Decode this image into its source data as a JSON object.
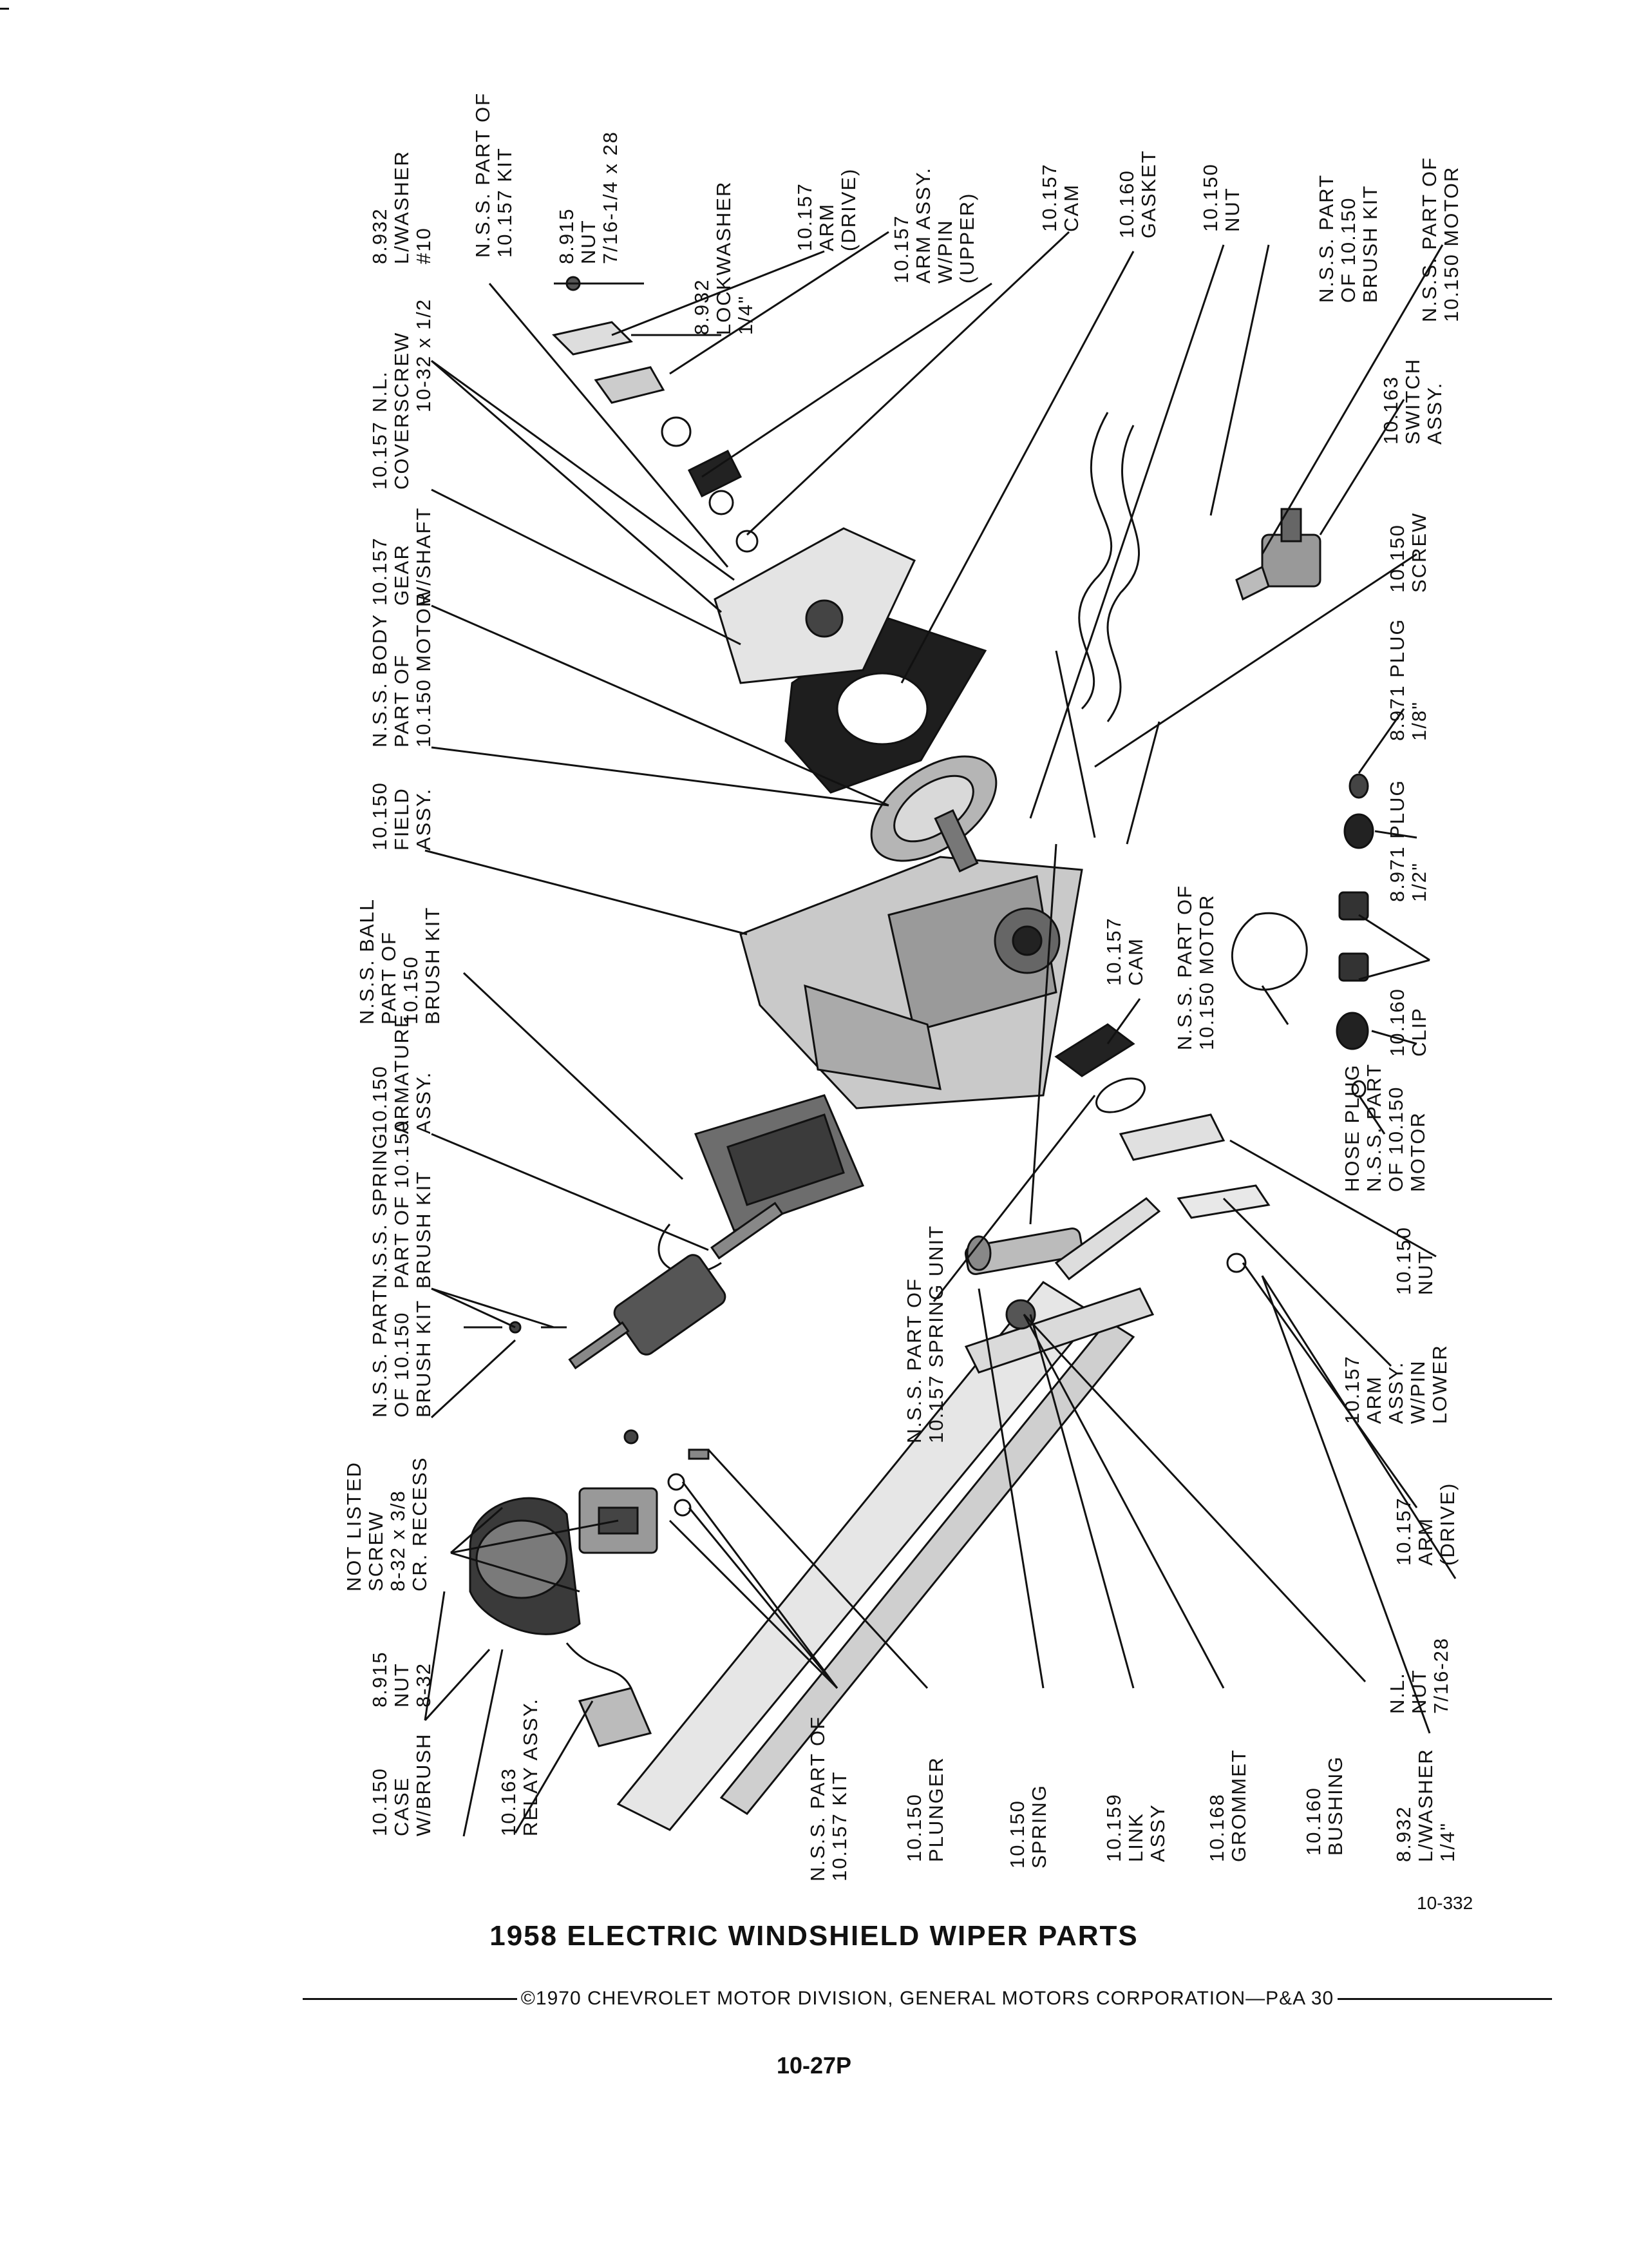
{
  "diagram": {
    "callouts": [
      {
        "id": "case-w-brush",
        "lines": [
          "10.150",
          "CASE",
          "W/BRUSH"
        ]
      },
      {
        "id": "relay-assy",
        "lines": [
          "10.163",
          "RELAY ASSY."
        ]
      },
      {
        "id": "nut-8-32",
        "lines": [
          "8.915",
          "NUT",
          "8-32"
        ]
      },
      {
        "id": "screw-cr-recess",
        "lines": [
          "NOT LISTED",
          "SCREW",
          "8-32 x 3/8",
          "CR. RECESS"
        ]
      },
      {
        "id": "nss-brush-kit-a",
        "lines": [
          "N.S.S. PART",
          "OF 10.150",
          "BRUSH KIT"
        ]
      },
      {
        "id": "nss-spring-brush-kit",
        "lines": [
          "N.S.S. SPRING",
          "PART OF 10.150",
          "BRUSH KIT"
        ]
      },
      {
        "id": "armature-assy",
        "lines": [
          "10.150",
          "ARMATURE",
          "ASSY."
        ]
      },
      {
        "id": "nss-ball",
        "lines": [
          "N.S.S. BALL",
          "PART OF",
          "10.150",
          "BRUSH KIT"
        ]
      },
      {
        "id": "field-assy",
        "lines": [
          "10.150",
          "FIELD",
          "ASSY."
        ]
      },
      {
        "id": "nss-body",
        "lines": [
          "N.S.S. BODY",
          "PART OF",
          "10.150 MOTOR"
        ]
      },
      {
        "id": "gear-w-shaft",
        "lines": [
          "10.157",
          "GEAR",
          "W/SHAFT"
        ]
      },
      {
        "id": "cover",
        "lines": [
          "10.157",
          "COVER"
        ]
      },
      {
        "id": "nl-screw",
        "lines": [
          "N.L.",
          "SCREW",
          "10-32 x 1/2"
        ]
      },
      {
        "id": "nss-157-kit-top",
        "lines": [
          "N.S.S. PART OF",
          "10.157 KIT"
        ]
      },
      {
        "id": "lwasher-10",
        "lines": [
          "8.932",
          "L/WASHER",
          "#10"
        ]
      },
      {
        "id": "nut-7-16",
        "lines": [
          "8.915",
          "NUT",
          "7/16-1/4 x 28"
        ]
      },
      {
        "id": "lockwasher",
        "lines": [
          "8.932",
          "LOCKWASHER",
          "1/4\""
        ]
      },
      {
        "id": "arm-drive-top",
        "lines": [
          "10.157",
          "ARM",
          "(DRIVE)"
        ]
      },
      {
        "id": "arm-assy-upper",
        "lines": [
          "10.157",
          "ARM ASSY.",
          "W/PIN",
          "(UPPER)"
        ]
      },
      {
        "id": "cam-top",
        "lines": [
          "10.157",
          "CAM"
        ]
      },
      {
        "id": "gasket",
        "lines": [
          "10.160",
          "GASKET"
        ]
      },
      {
        "id": "nut-150-top",
        "lines": [
          "10.150",
          "NUT"
        ]
      },
      {
        "id": "nss-brush-kit-b",
        "lines": [
          "N.S.S. PART",
          "OF 10.150",
          "BRUSH KIT"
        ]
      },
      {
        "id": "nss-motor-right",
        "lines": [
          "N.S.S. PART OF",
          "10.150 MOTOR"
        ]
      },
      {
        "id": "switch-assy",
        "lines": [
          "10.163",
          "SWITCH",
          "ASSY."
        ]
      },
      {
        "id": "screw-150",
        "lines": [
          "10.150",
          "SCREW"
        ]
      },
      {
        "id": "plug-1-8",
        "lines": [
          "8.971 PLUG",
          "1/8\""
        ]
      },
      {
        "id": "plug-1-2",
        "lines": [
          "8.971 PLUG",
          "1/2\""
        ]
      },
      {
        "id": "clip",
        "lines": [
          "10.160",
          "CLIP"
        ]
      },
      {
        "id": "nss-motor-mid",
        "lines": [
          "N.S.S. PART OF",
          "10.150 MOTOR"
        ]
      },
      {
        "id": "cam-mid",
        "lines": [
          "10.157",
          "CAM"
        ]
      },
      {
        "id": "hose-plug",
        "lines": [
          "HOSE PLUG",
          "N.S.S. PART",
          "OF 10.150",
          "MOTOR"
        ]
      },
      {
        "id": "nut-150-bottom",
        "lines": [
          "10.150",
          "NUT"
        ]
      },
      {
        "id": "arm-assy-lower",
        "lines": [
          "10.157",
          "ARM",
          "ASSY.",
          "W/PIN",
          "LOWER"
        ]
      },
      {
        "id": "arm-drive-bottom",
        "lines": [
          "10.157",
          "ARM",
          "(DRIVE)"
        ]
      },
      {
        "id": "nl-nut",
        "lines": [
          "N.L.",
          "NUT",
          "7/16-28"
        ]
      },
      {
        "id": "lwasher-1-4",
        "lines": [
          "8.932",
          "L/WASHER",
          "1/4\""
        ]
      },
      {
        "id": "bushing",
        "lines": [
          "10.160",
          "BUSHING"
        ]
      },
      {
        "id": "grommet",
        "lines": [
          "10.168",
          "GROMMET"
        ]
      },
      {
        "id": "link-assy",
        "lines": [
          "10.159",
          "LINK",
          "ASSY"
        ]
      },
      {
        "id": "spring-150",
        "lines": [
          "10.150",
          "SPRING"
        ]
      },
      {
        "id": "plunger",
        "lines": [
          "10.150",
          "PLUNGER"
        ]
      },
      {
        "id": "nss-157-kit-bottom",
        "lines": [
          "N.S.S. PART OF",
          "10.157 KIT"
        ]
      },
      {
        "id": "nss-spring-unit",
        "lines": [
          "N.S.S. PART OF",
          "10.157 SPRING UNIT"
        ]
      }
    ]
  },
  "footer": {
    "plate_number": "10-332",
    "title": "1958 ELECTRIC WINDSHIELD WIPER PARTS",
    "copyright": "©1970 CHEVROLET MOTOR DIVISION, GENERAL MOTORS CORPORATION—P&A 30",
    "page_number": "10-27P"
  }
}
